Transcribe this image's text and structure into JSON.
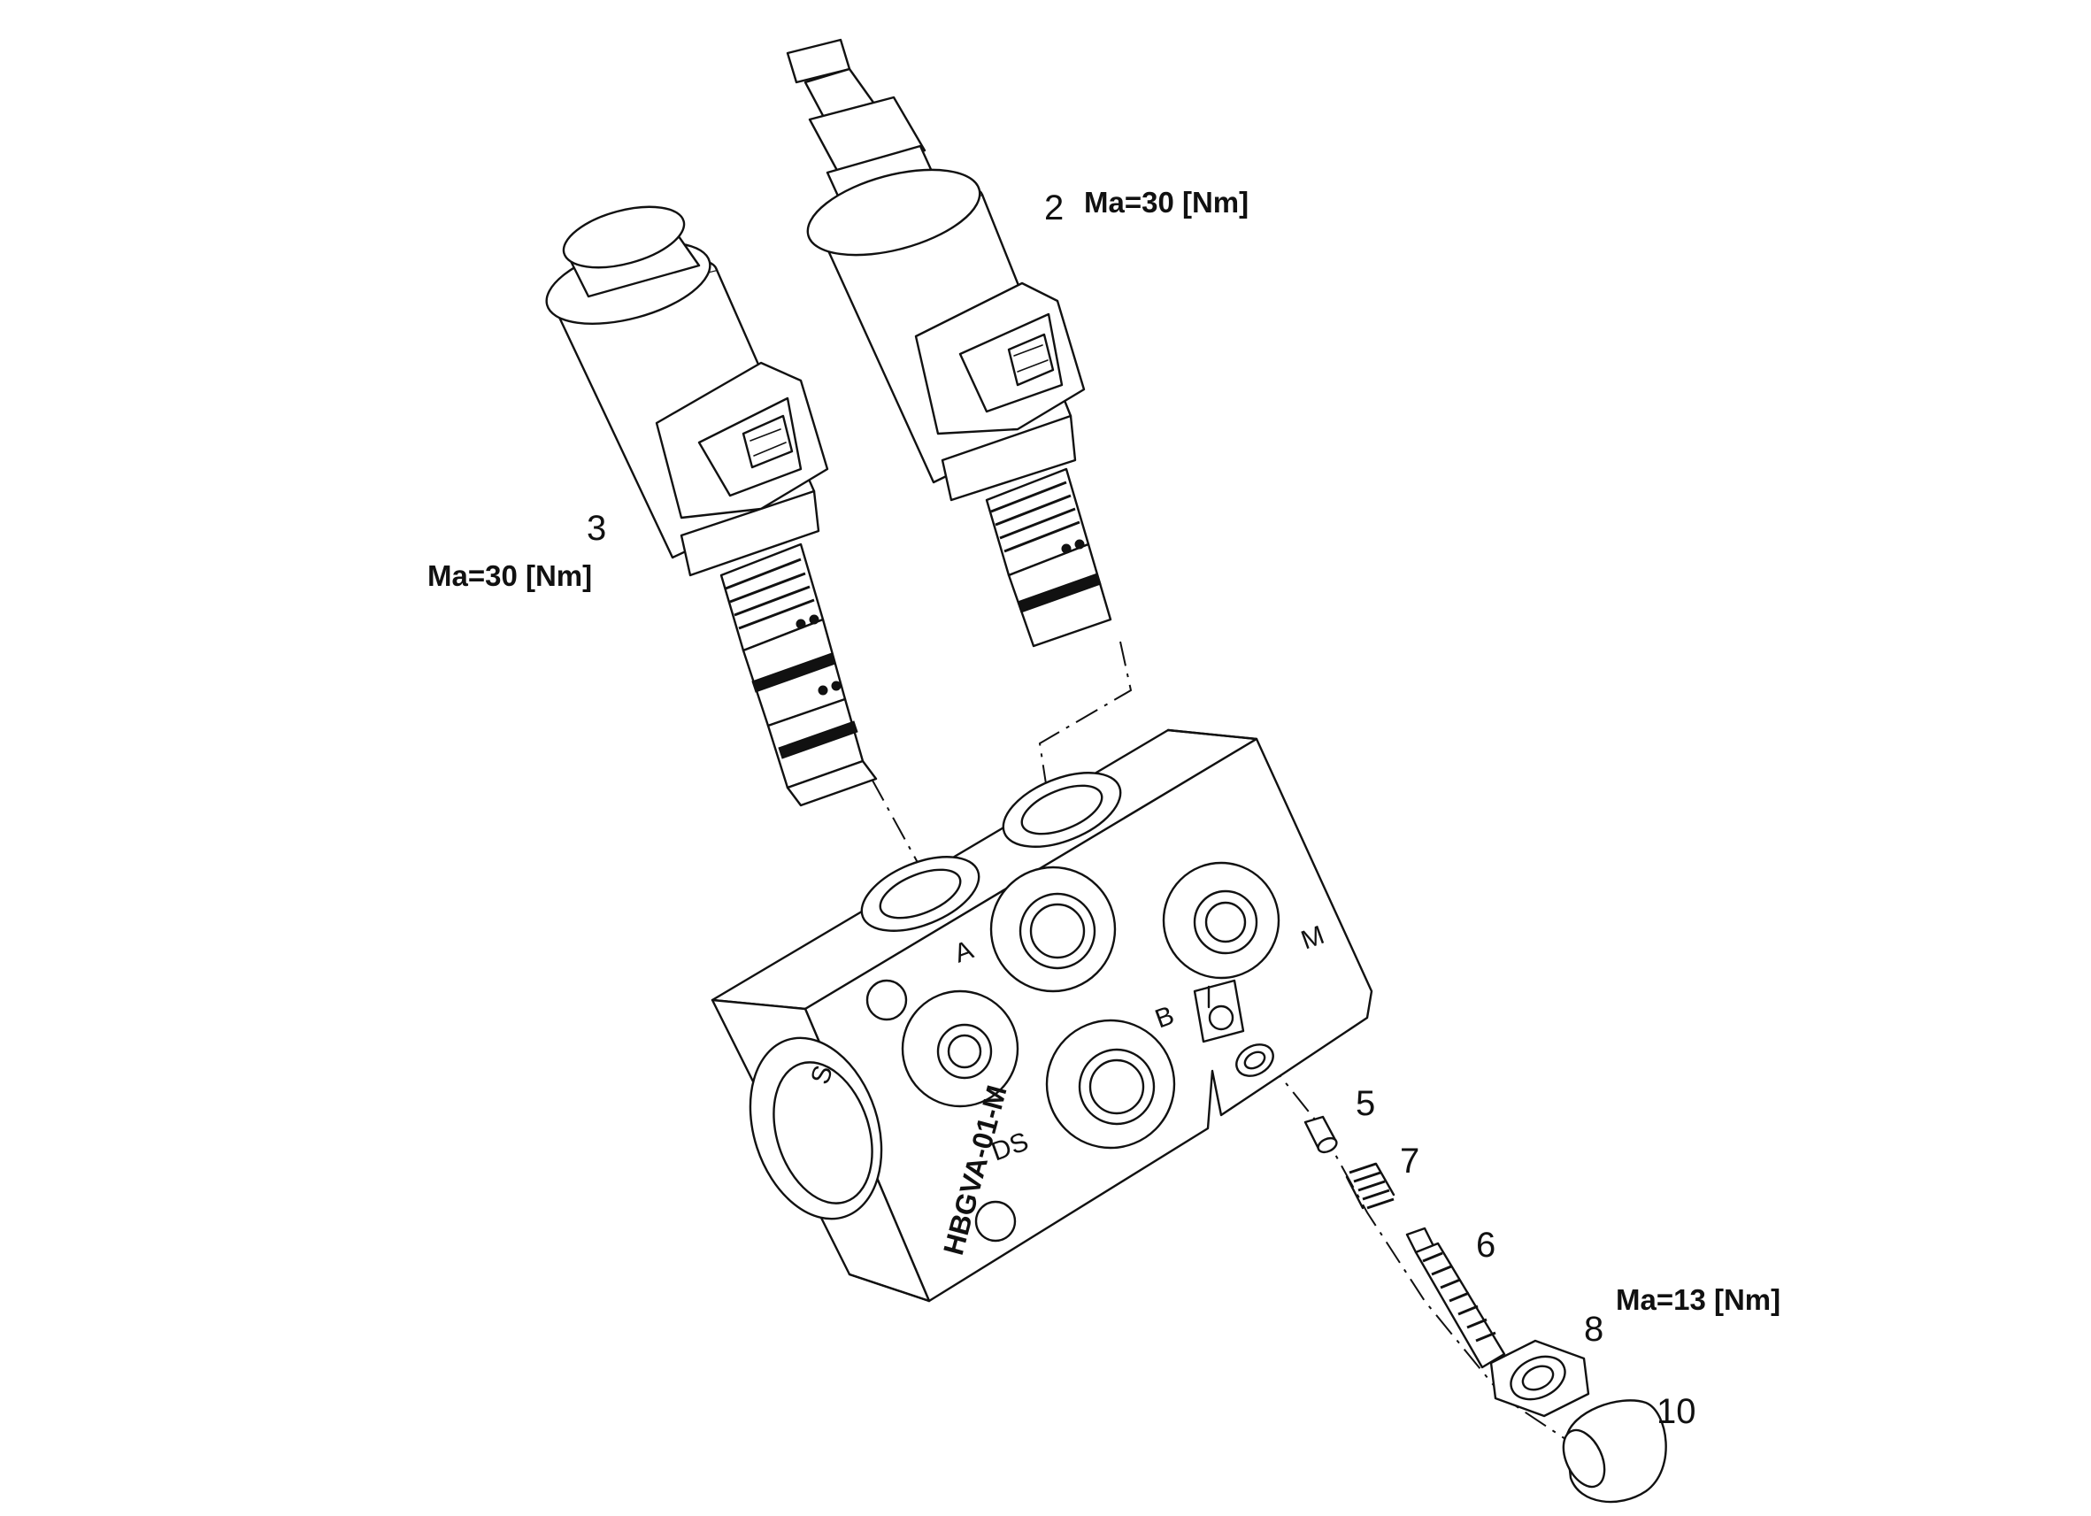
{
  "callouts": {
    "item2": {
      "number": "2",
      "torque": "Ma=30 [Nm]"
    },
    "item3": {
      "number": "3",
      "torque": "Ma=30 [Nm]"
    },
    "item5": {
      "number": "5"
    },
    "item6": {
      "number": "6"
    },
    "item7": {
      "number": "7"
    },
    "item8": {
      "number": "8",
      "torque": "Ma=13 [Nm]"
    },
    "item10": {
      "number": "10"
    }
  },
  "block": {
    "ports": {
      "a": "A",
      "b": "B",
      "m": "M",
      "ds": "DS",
      "s": "S"
    },
    "part_marking": "HBGVA-01-M"
  }
}
